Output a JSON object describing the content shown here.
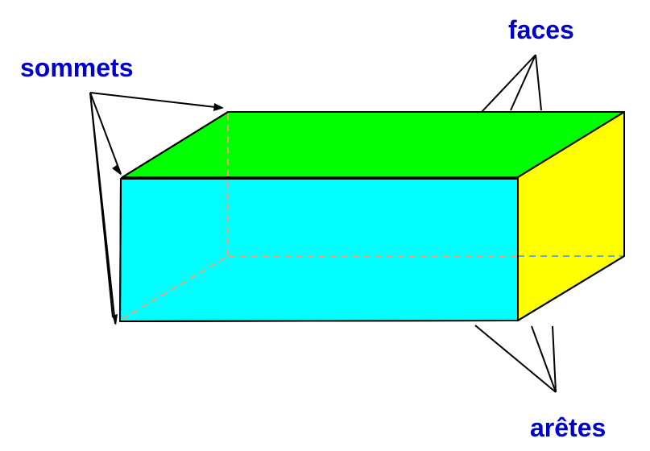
{
  "labels": {
    "vertices": "sommets",
    "faces": "faces",
    "edges": "arêtes"
  },
  "colors": {
    "label": "#0000CC",
    "front_face": "#00FFFF",
    "top_face": "#00FF00",
    "side_face": "#FFFF00",
    "hidden_edge_front": "#E8A070",
    "hidden_edge_back": "#6FA8C8",
    "outline": "#000000"
  }
}
